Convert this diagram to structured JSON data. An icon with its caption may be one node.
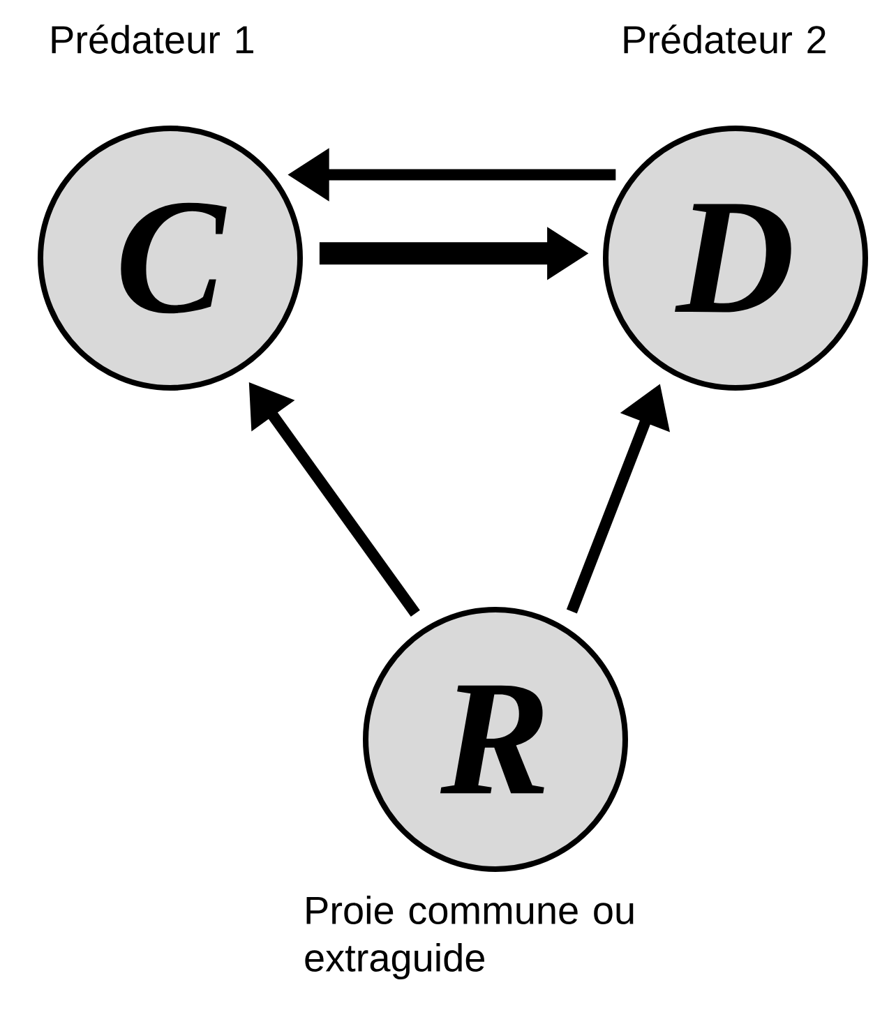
{
  "diagram": {
    "nodes": [
      {
        "text": [
          "C"
        ],
        "beside": [
          "Prédateur 1"
        ]
      },
      {
        "text": [
          "D"
        ],
        "beside": [
          "Prédateur 2"
        ]
      },
      {
        "text": [
          "R"
        ],
        "beside": [
          "Proie commune ou extraguide"
        ]
      }
    ],
    "edges": [
      {
        "from": 1,
        "to": 0,
        "arrow": "to"
      },
      {
        "from": 0,
        "to": 1,
        "arrow": "to",
        "style": "thick"
      },
      {
        "from": 2,
        "to": 0,
        "arrow": "to"
      },
      {
        "from": 2,
        "to": 1,
        "arrow": "to"
      }
    ]
  }
}
